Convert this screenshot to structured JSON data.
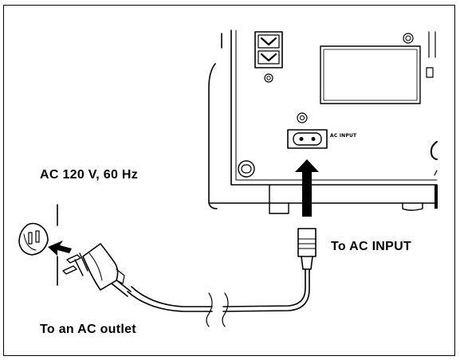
{
  "labels": {
    "power_spec": "AC 120 V, 60 Hz",
    "to_ac_input": "To AC INPUT",
    "to_outlet": "To an AC outlet",
    "jack_label": "AC INPUT"
  },
  "colors": {
    "line": "#000000",
    "background": "#ffffff"
  },
  "icons": [
    "wall-outlet-icon",
    "plug-icon",
    "arrow-up-icon",
    "arrow-left-icon",
    "cord-break-icon"
  ]
}
